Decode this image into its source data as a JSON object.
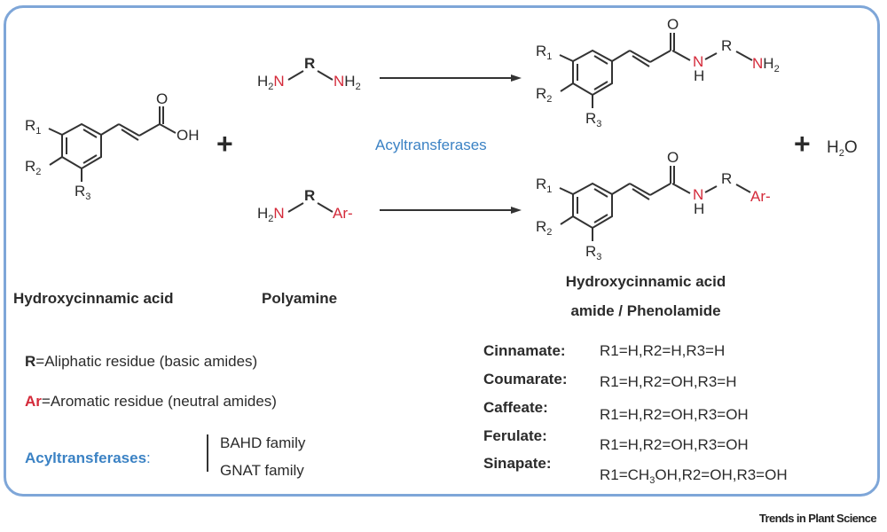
{
  "reactants": {
    "acid_label": "Hydroxycinnamic acid",
    "amine_label": "Polyamine",
    "acid_groups": {
      "r1": "R",
      "r1_sub": "1",
      "r2": "R",
      "r2_sub": "2",
      "r3": "R",
      "r3_sub": "3",
      "oh": "OH",
      "o": "O"
    },
    "amine1": {
      "h2n_h": "H",
      "h2n_sub": "2",
      "h2n_n": "N",
      "r": "R",
      "nh2_n": "N",
      "nh2_h": "H",
      "nh2_sub": "2"
    },
    "amine2": {
      "h2n_h": "H",
      "h2n_sub": "2",
      "h2n_n": "N",
      "r": "R",
      "ar": "Ar-"
    }
  },
  "plus_sign": "+",
  "enzyme_label": "Acyltransferases",
  "products": {
    "label_line1": "Hydroxycinnamic acid",
    "label_line2": "amide / Phenolamide",
    "groups": {
      "r1": "R",
      "r1_sub": "1",
      "r2": "R",
      "r2_sub": "2",
      "r3": "R",
      "r3_sub": "3",
      "o": "O",
      "n": "N",
      "h": "H",
      "r": "R",
      "nh2_n": "N",
      "nh2_h": "H",
      "nh2_sub": "2",
      "ar": "Ar-"
    }
  },
  "byproduct": {
    "h": "H",
    "sub": "2",
    "o": "O"
  },
  "legend": {
    "r_key": "R",
    "r_text": "=Aliphatic residue (basic amides)",
    "ar_key": "Ar",
    "ar_text": "=Aromatic residue (neutral amides)",
    "acyl_key": "Acyltransferases",
    "acyl_colon": ":",
    "families": [
      "BAHD family",
      "GNAT family"
    ]
  },
  "substituents": [
    {
      "name": "Cinnamate",
      "value": "R1=H,R2=H,R3=H"
    },
    {
      "name": "Coumarate",
      "value": "R1=H,R2=OH,R3=H"
    },
    {
      "name": "Caffeate",
      "value": "R1=H,R2=OH,R3=OH"
    },
    {
      "name": "Ferulate",
      "value": "R1=H,R2=OH,R3=OH"
    },
    {
      "name": "Sinapate",
      "value_pre": "R1=CH",
      "value_sub": "3",
      "value_post": "OH,R2=OH,R3=OH"
    }
  ],
  "colors": {
    "frame": "#7ea6d8",
    "enzyme_blue": "#3b82c4",
    "nitrogen_red": "#d42a3a",
    "ink": "#2b2b2b"
  },
  "credit": "Trends in Plant Science"
}
